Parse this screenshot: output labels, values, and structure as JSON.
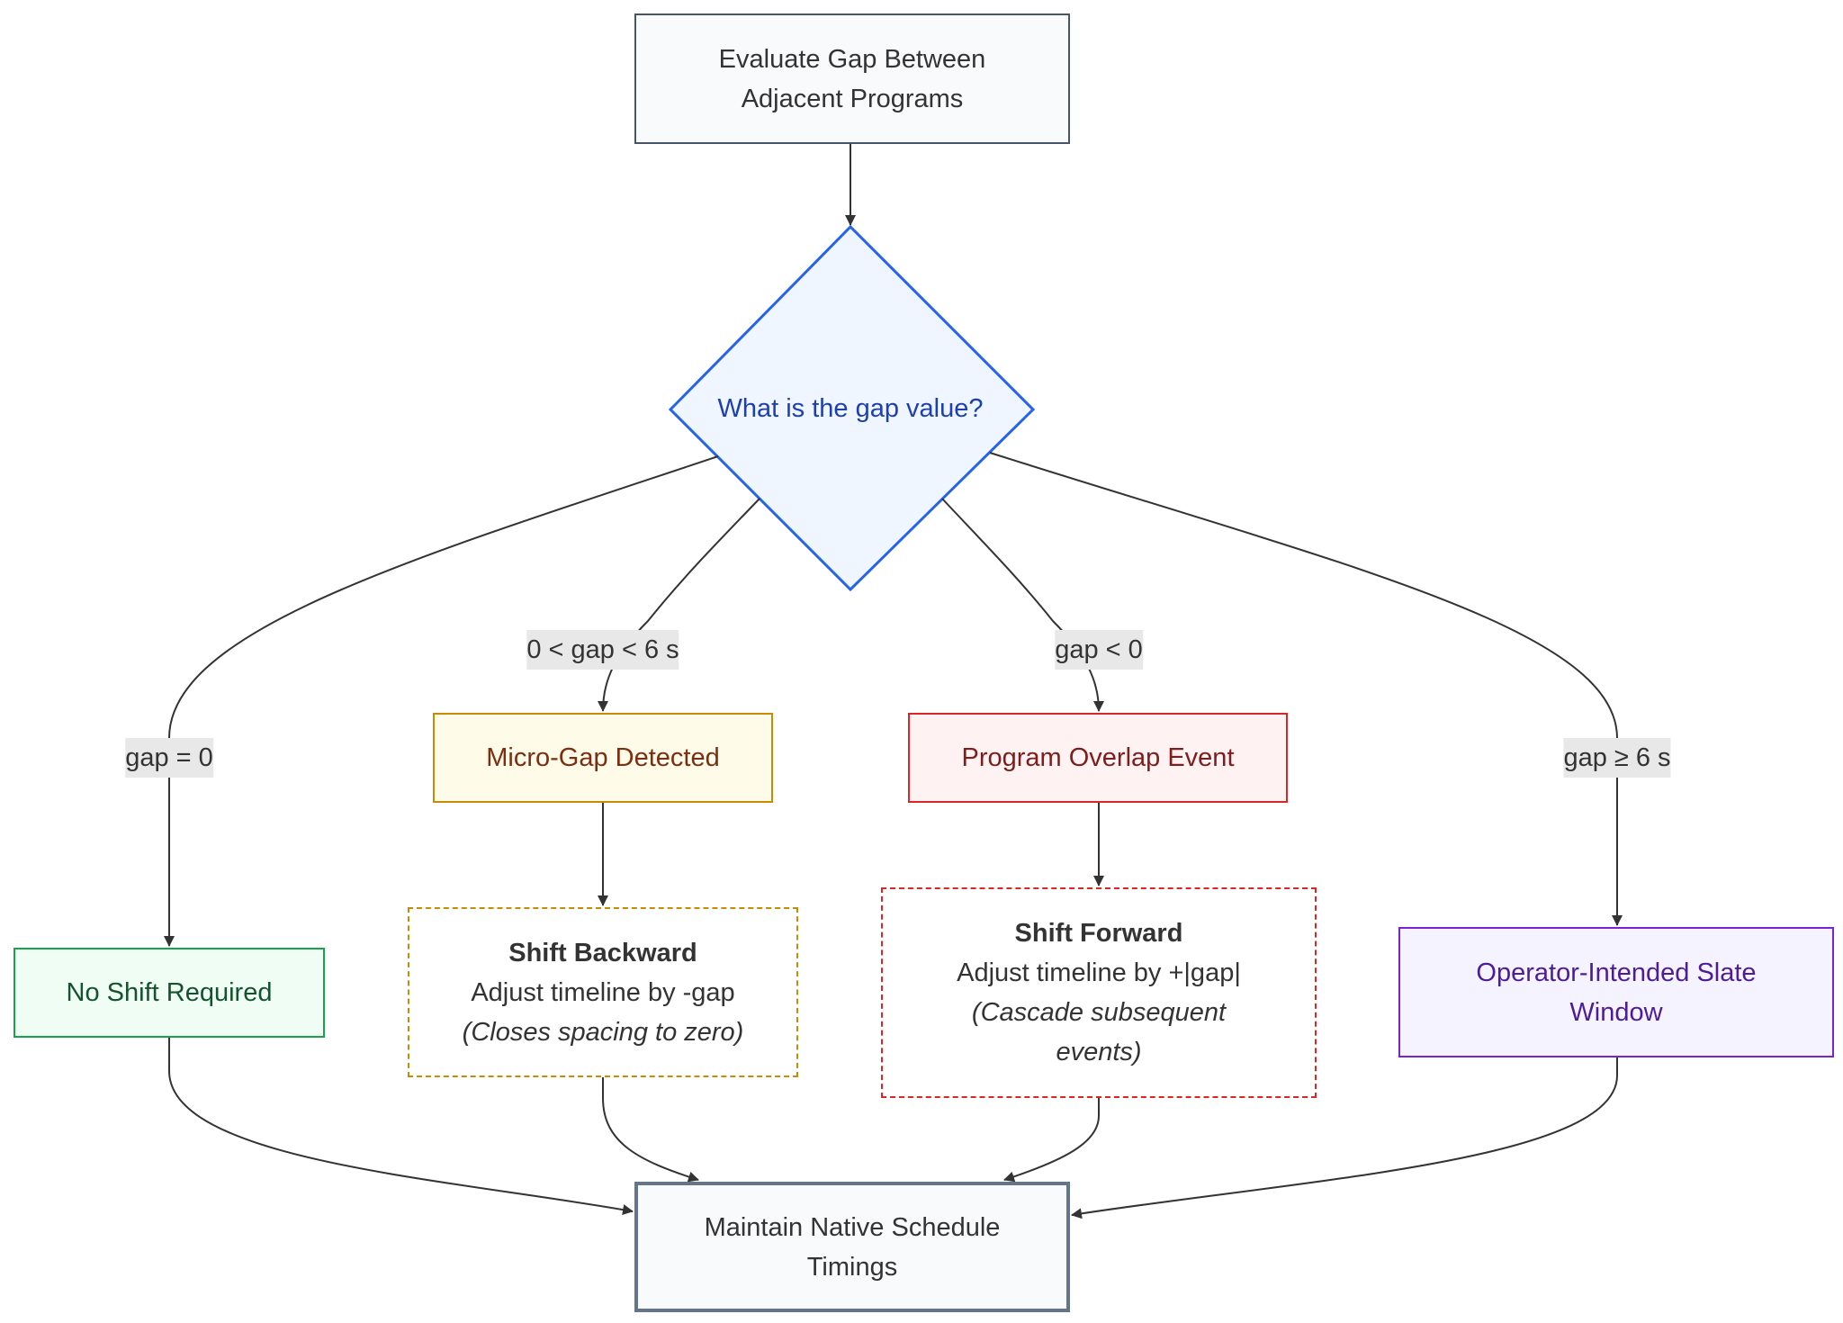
{
  "nodes": {
    "start": {
      "line1": "Evaluate Gap Between",
      "line2": "Adjacent Programs"
    },
    "decision": {
      "text": "What is the gap value?"
    },
    "no_shift": {
      "text": "No Shift Required"
    },
    "micro_gap": {
      "text": "Micro-Gap Detected"
    },
    "overlap": {
      "text": "Program Overlap Event"
    },
    "shift_backward": {
      "title": "Shift Backward",
      "detail": "Adjust timeline by -gap",
      "note": "(Closes spacing to zero)"
    },
    "shift_forward": {
      "title": "Shift Forward",
      "detail": "Adjust timeline by +|gap|",
      "note_line1": "(Cascade subsequent",
      "note_line2": "events)"
    },
    "slate": {
      "line1": "Operator-Intended Slate",
      "line2": "Window"
    },
    "end": {
      "line1": "Maintain Native Schedule",
      "line2": "Timings"
    }
  },
  "edge_labels": {
    "zero": "gap = 0",
    "micro": "0 < gap < 6 s",
    "overlap": "gap < 0",
    "large": "gap ≥ 6 s"
  },
  "colors": {
    "edge": "#333333",
    "decision_fill": "#eff6ff",
    "decision_stroke": "#2563eb"
  }
}
